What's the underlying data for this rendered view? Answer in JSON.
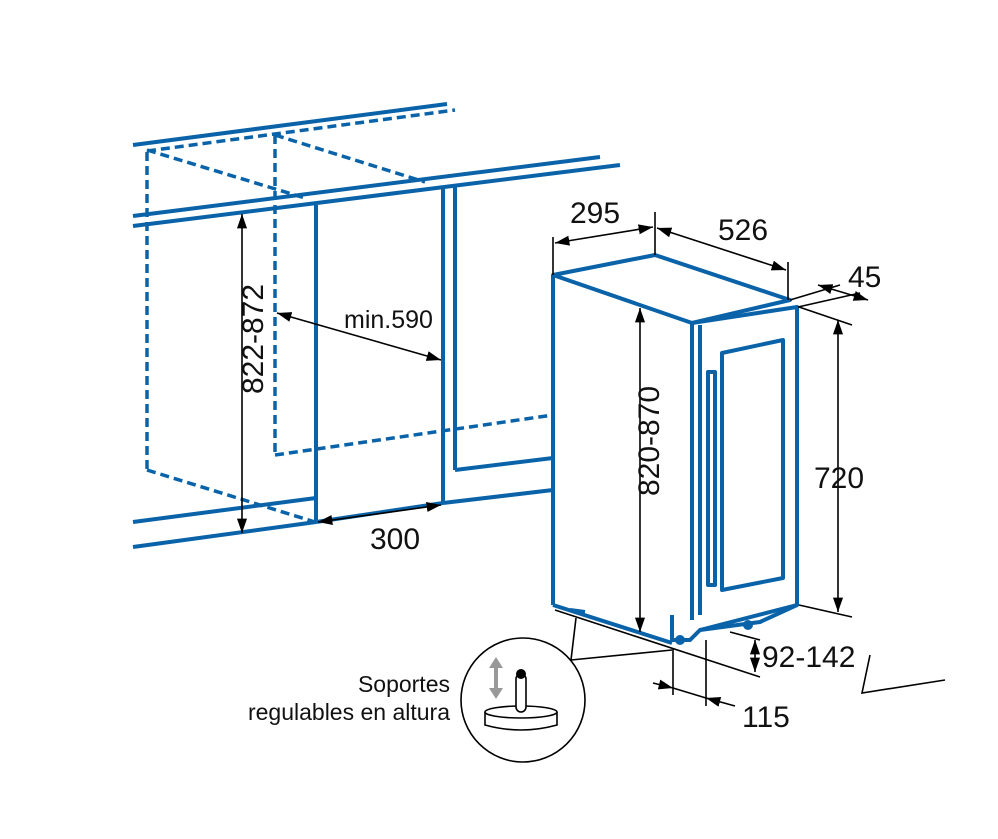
{
  "dimensions": {
    "niche_height": "822-872",
    "niche_depth_min": "min.590",
    "niche_width": "300",
    "appliance_width": "295",
    "appliance_depth": "526",
    "door_thickness": "45",
    "appliance_height": "820-870",
    "door_height": "720",
    "feet_height": "92-142",
    "plinth_depth": "115"
  },
  "callout": {
    "line1": "Soportes",
    "line2": "regulables en altura"
  },
  "colors": {
    "line": "#0a63a8",
    "dimension": "#000000",
    "arrow_grey": "#999999"
  }
}
